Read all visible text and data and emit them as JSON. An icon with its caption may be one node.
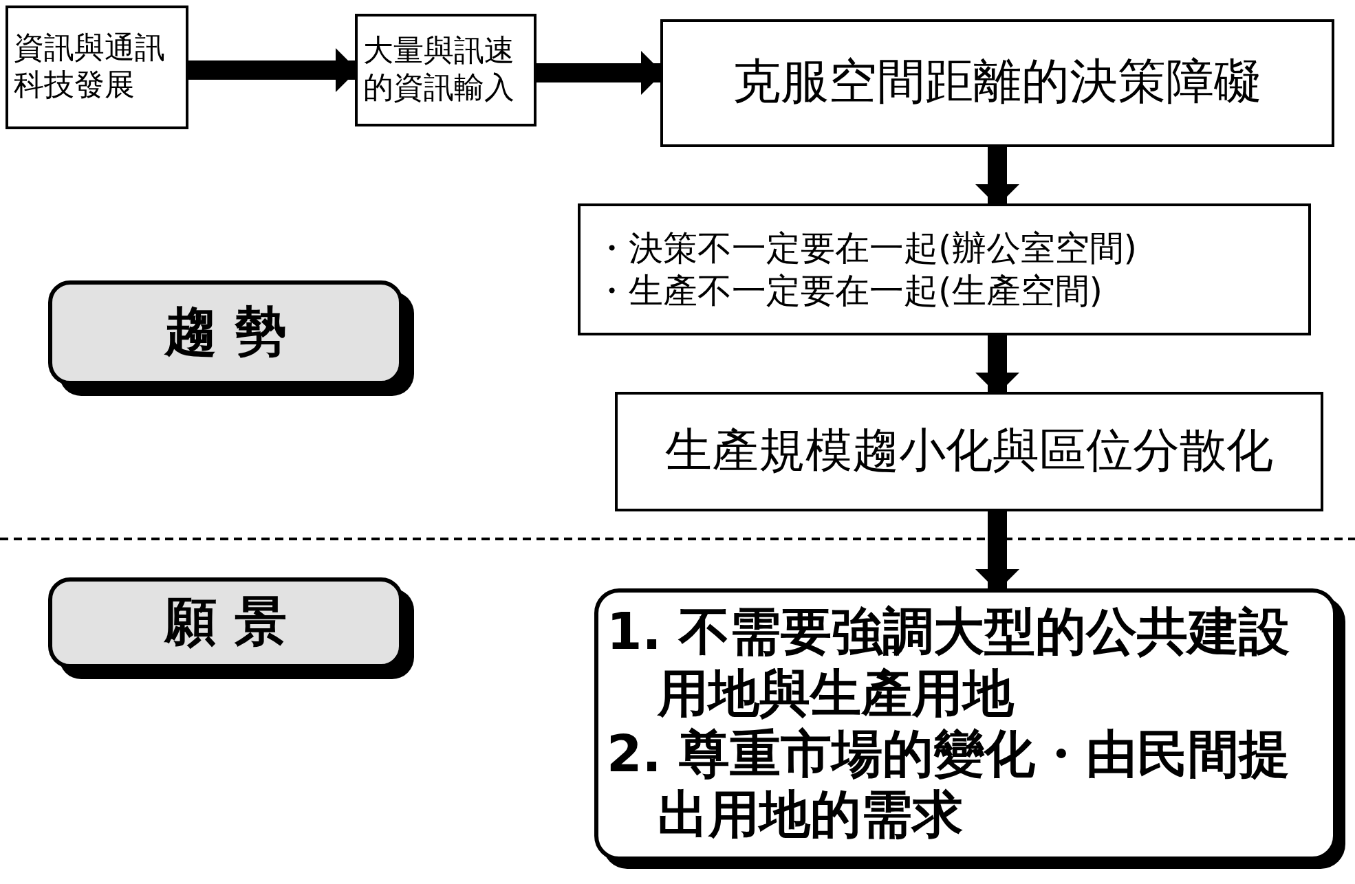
{
  "diagram": {
    "nodes": [
      {
        "text": [
          "資訊與通訊科技發展"
        ]
      },
      {
        "text": [
          "大量與訊速的資訊輸入"
        ]
      },
      {
        "text": [
          "克服空間距離的決策障礙"
        ]
      },
      {
        "text": [
          "・決策不一定要在一起(辦公室空間)",
          "・生產不一定要在一起(生產空間)"
        ]
      },
      {
        "text": [
          "生產規模趨小化與區位分散化"
        ]
      },
      {
        "text": [
          "1. 不需要強調大型的公共建設用地與生產用地",
          "2. 尊重市場的變化・由民間提出用地的需求"
        ]
      },
      {
        "text": [
          "趨 勢"
        ]
      },
      {
        "text": [
          "願 景"
        ]
      }
    ],
    "edges": [
      {
        "from": 0,
        "to": 1,
        "arrow": "to"
      },
      {
        "from": 1,
        "to": 2,
        "arrow": "to"
      },
      {
        "from": 2,
        "to": 3,
        "arrow": "to"
      },
      {
        "from": 3,
        "to": 4,
        "arrow": "to"
      },
      {
        "from": 4,
        "to": 5,
        "arrow": "to"
      }
    ]
  }
}
